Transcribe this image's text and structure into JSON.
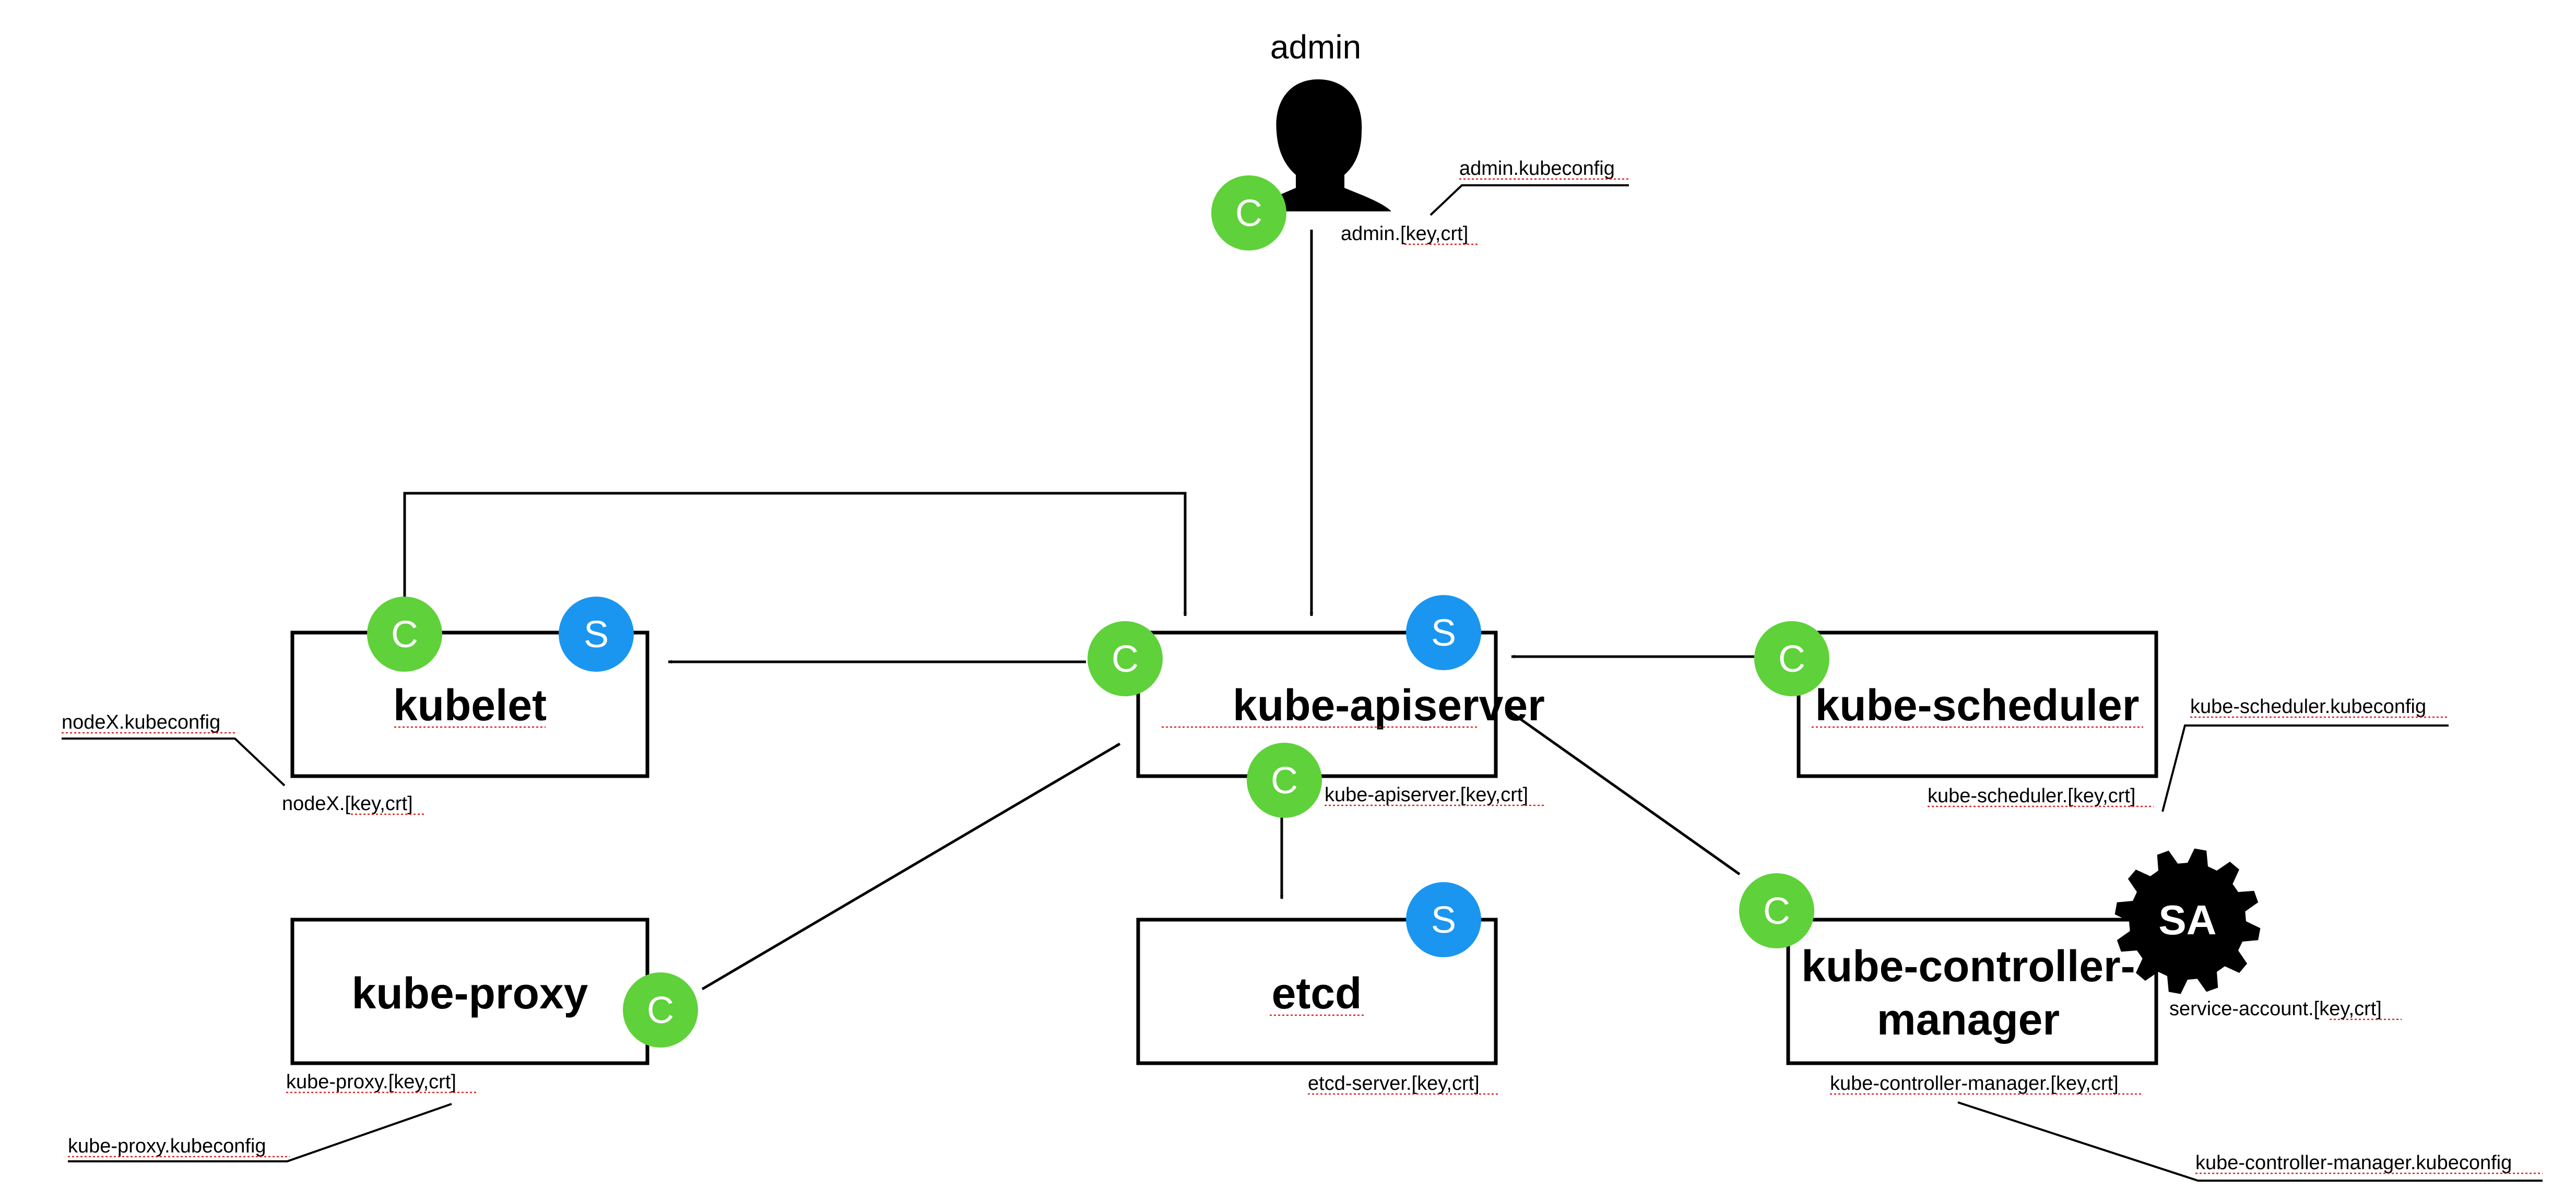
{
  "colors": {
    "client_badge": "#5fd13a",
    "server_badge": "#1a96f0",
    "service_account_badge": "#000000",
    "line": "#000000",
    "box_border": "#000000",
    "spellcheck_underline": "#e02020"
  },
  "user": {
    "title": "admin",
    "icon": "person-silhouette-icon",
    "cert": "admin.[key,crt]",
    "kubeconfig": "admin.kubeconfig"
  },
  "badges": {
    "client": "C",
    "server": "S",
    "service_account": "SA"
  },
  "components": {
    "kubelet": {
      "title": "kubelet",
      "cert": "nodeX.[key,crt]",
      "kubeconfig": "nodeX.kubeconfig"
    },
    "apiserver": {
      "title": "kube-apiserver",
      "cert": "kube-apiserver.[key,crt]"
    },
    "scheduler": {
      "title": "kube-scheduler",
      "cert": "kube-scheduler.[key,crt]",
      "kubeconfig": "kube-scheduler.kubeconfig"
    },
    "proxy": {
      "title": "kube-proxy",
      "cert": "kube-proxy.[key,crt]",
      "kubeconfig": "kube-proxy.kubeconfig"
    },
    "etcd": {
      "title": "etcd",
      "cert": "etcd-server.[key,crt]"
    },
    "controller_manager": {
      "title_line1": "kube-controller-",
      "title_line2": "manager",
      "cert": "kube-controller-manager.[key,crt]",
      "kubeconfig": "kube-controller-manager.kubeconfig",
      "sa_cert": "service-account.[key,crt]"
    }
  }
}
